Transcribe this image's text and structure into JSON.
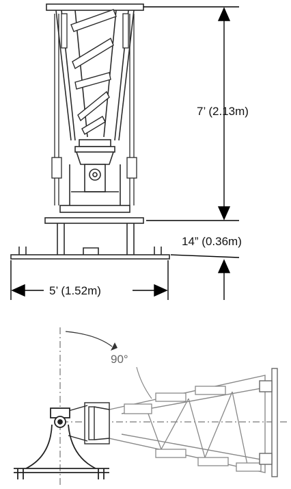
{
  "top_view": {
    "height_label": "7’ (2.13m)",
    "clearance_label": "14” (0.36m)",
    "width_label": "5’ (1.52m)"
  },
  "bottom_view": {
    "angle_label": "90°"
  },
  "colors": {
    "line": "#2a2a2a",
    "light_line": "#7a7a7a",
    "angle_text": "#666666"
  }
}
